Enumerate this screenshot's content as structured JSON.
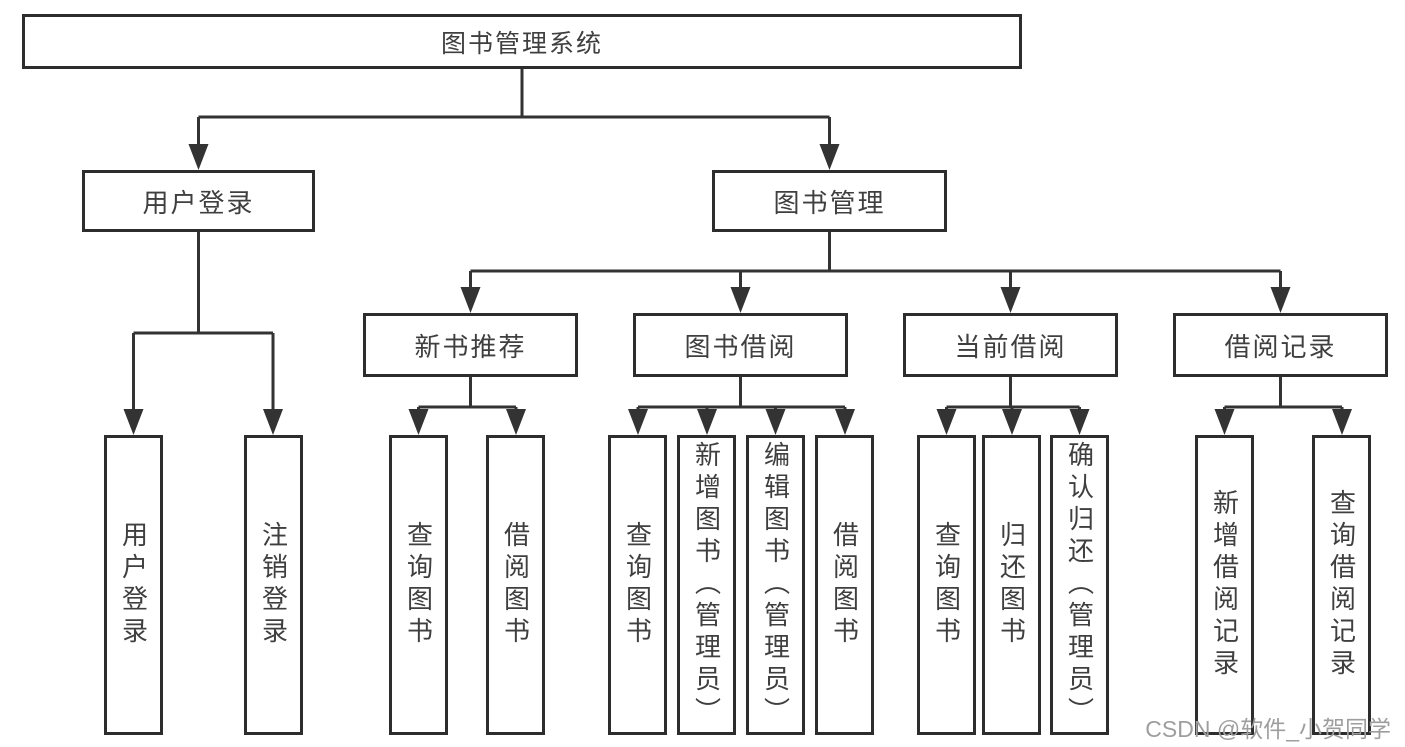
{
  "colors": {
    "line": "#333333",
    "border": "#2d2d2d",
    "text": "#3f3f3f",
    "background": "#ffffff",
    "watermark_color": "#9e9e9e"
  },
  "watermark": {
    "text": "CSDN @软件_小贺同学"
  },
  "tree": {
    "root": {
      "label": "图书管理系统"
    },
    "branches": [
      {
        "label": "用户登录",
        "children": [
          {
            "label": "用户登录"
          },
          {
            "label": "注销登录"
          }
        ]
      },
      {
        "label": "图书管理",
        "children": [
          {
            "label": "新书推荐",
            "children": [
              {
                "label": "查询图书"
              },
              {
                "label": "借阅图书"
              }
            ]
          },
          {
            "label": "图书借阅",
            "children": [
              {
                "label": "查询图书"
              },
              {
                "label": "新增图书（管理员）"
              },
              {
                "label": "编辑图书（管理员）"
              },
              {
                "label": "借阅图书"
              }
            ]
          },
          {
            "label": "当前借阅",
            "children": [
              {
                "label": "查询图书"
              },
              {
                "label": "归还图书"
              },
              {
                "label": "确认归还（管理员）"
              }
            ]
          },
          {
            "label": "借阅记录",
            "children": [
              {
                "label": "新增借阅记录"
              },
              {
                "label": "查询借阅记录"
              }
            ]
          }
        ]
      }
    ]
  }
}
